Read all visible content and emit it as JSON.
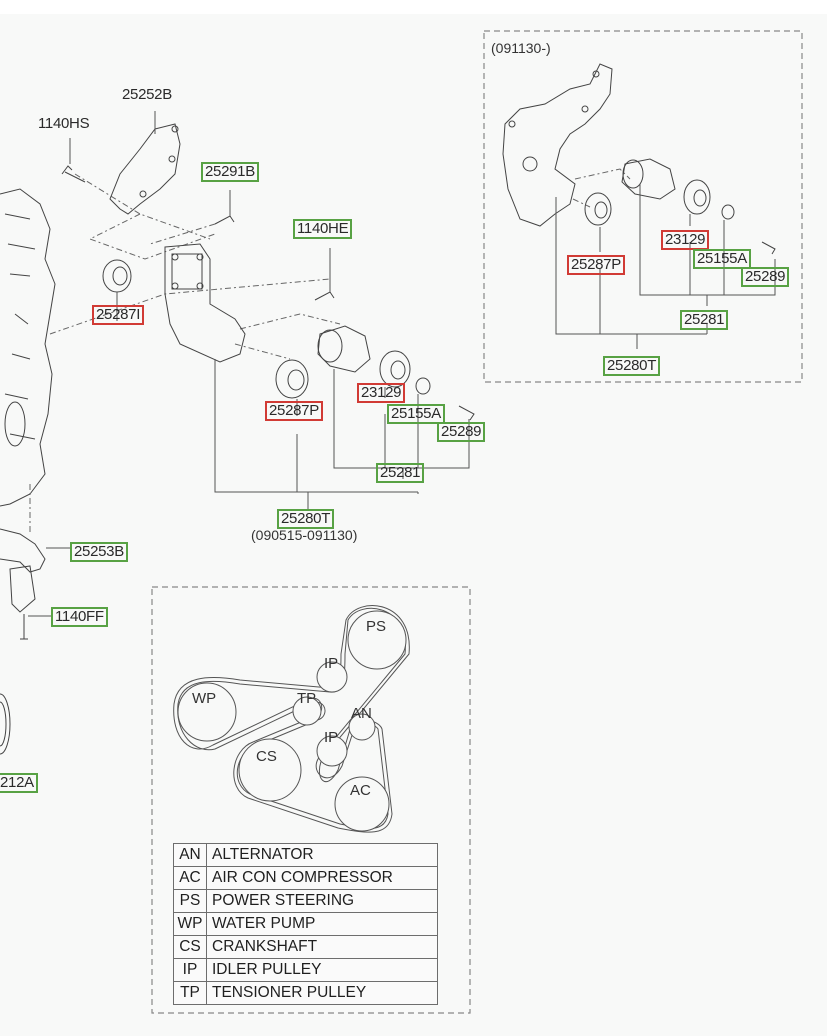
{
  "diagram": {
    "title": "Engine belt drive / tensioner assembly parts diagram",
    "main_assembly": {
      "labels": [
        {
          "id": "1140HS",
          "text": "1140HS",
          "highlight": "none"
        },
        {
          "id": "25252B",
          "text": "25252B",
          "highlight": "none"
        },
        {
          "id": "25291B",
          "text": "25291B",
          "highlight": "green"
        },
        {
          "id": "1140HE",
          "text": "1140HE",
          "highlight": "green"
        },
        {
          "id": "25287I",
          "text": "25287I",
          "highlight": "red"
        },
        {
          "id": "23129",
          "text": "23129",
          "highlight": "red"
        },
        {
          "id": "25287P",
          "text": "25287P",
          "highlight": "red"
        },
        {
          "id": "25155A",
          "text": "25155A",
          "highlight": "green"
        },
        {
          "id": "25289",
          "text": "25289",
          "highlight": "green"
        },
        {
          "id": "25281",
          "text": "25281",
          "highlight": "green"
        },
        {
          "id": "25280T",
          "text": "25280T",
          "highlight": "green"
        },
        {
          "id": "25253B",
          "text": "25253B",
          "highlight": "green"
        },
        {
          "id": "1140FF",
          "text": "1140FF",
          "highlight": "green"
        },
        {
          "id": "212A",
          "text": "212A",
          "highlight": "green"
        }
      ],
      "date_range": "(090515-091130)"
    },
    "inset_assembly": {
      "date_range": "(091130-)",
      "labels": [
        {
          "id": "23129",
          "text": "23129",
          "highlight": "red"
        },
        {
          "id": "25287P",
          "text": "25287P",
          "highlight": "red"
        },
        {
          "id": "25155A",
          "text": "25155A",
          "highlight": "green"
        },
        {
          "id": "25289",
          "text": "25289",
          "highlight": "green"
        },
        {
          "id": "25281",
          "text": "25281",
          "highlight": "green"
        },
        {
          "id": "25280T",
          "text": "25280T",
          "highlight": "green"
        }
      ]
    },
    "belt_routing": {
      "pulleys": [
        {
          "code": "PS"
        },
        {
          "code": "IP"
        },
        {
          "code": "WP"
        },
        {
          "code": "TP"
        },
        {
          "code": "AN"
        },
        {
          "code": "IP"
        },
        {
          "code": "CS"
        },
        {
          "code": "AC"
        }
      ],
      "legend": [
        {
          "code": "AN",
          "description": "ALTERNATOR"
        },
        {
          "code": "AC",
          "description": "AIR CON COMPRESSOR"
        },
        {
          "code": "PS",
          "description": "POWER STEERING"
        },
        {
          "code": "WP",
          "description": "WATER PUMP"
        },
        {
          "code": "CS",
          "description": "CRANKSHAFT"
        },
        {
          "code": "IP",
          "description": "IDLER PULLEY"
        },
        {
          "code": "TP",
          "description": "TENSIONER PULLEY"
        }
      ]
    },
    "colors": {
      "highlight_green": "#58a244",
      "highlight_red": "#d13b35",
      "line": "#555555",
      "background": "#f8f9f8"
    }
  }
}
